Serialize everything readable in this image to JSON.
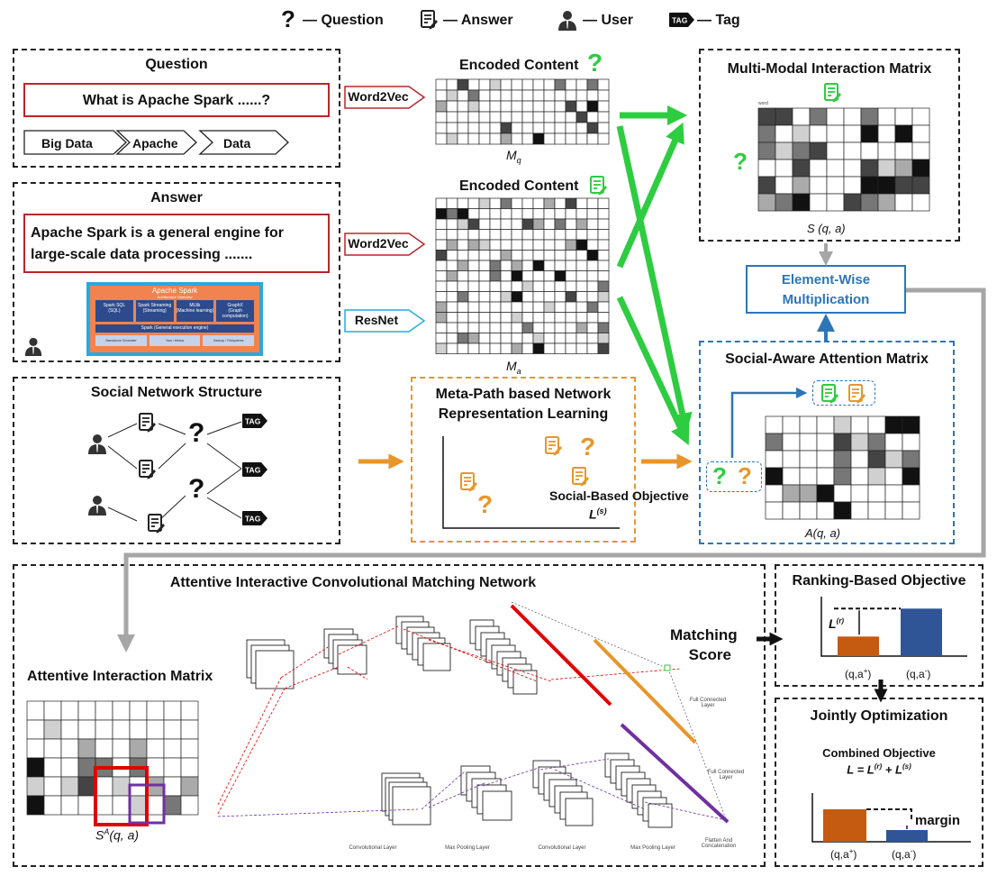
{
  "legend": [
    {
      "icon": "question-icon",
      "label": "— Question"
    },
    {
      "icon": "answer-icon",
      "label": "— Answer"
    },
    {
      "icon": "user-icon",
      "label": "— User"
    },
    {
      "icon": "tag-icon",
      "label": "— Tag"
    }
  ],
  "question_panel": {
    "title": "Question",
    "text": "What is Apache Spark ......?",
    "tags": [
      "Big Data",
      "Apache",
      "Data"
    ]
  },
  "answer_panel": {
    "title": "Answer",
    "text_line1": "Apache Spark is a general engine for",
    "text_line2": "large-scale data processing .......",
    "spark_title": "Apache Spark",
    "spark_subtitle": "Architecture Overview",
    "spark_modules": [
      {
        "name": "Spark SQL",
        "sub": "(SQL)"
      },
      {
        "name": "Spark Streaming",
        "sub": "(Streaming)"
      },
      {
        "name": "MLlib",
        "sub": "(Machine learning)"
      },
      {
        "name": "GraphX",
        "sub": "(Graph computation)"
      }
    ],
    "spark_core": "Spark (General execution engine)",
    "spark_bottom": [
      "Standalone Scheduler",
      "Yarn / Mesos",
      "Hadoop / Filesystems"
    ]
  },
  "social_panel": {
    "title": "Social Network Structure",
    "tag_text": "TAG"
  },
  "encoders": {
    "word2vec_1": "Word2Vec",
    "word2vec_2": "Word2Vec",
    "resnet": "ResNet"
  },
  "encoded": {
    "title1": "Encoded Content",
    "title2": "Encoded Content",
    "mq_label": "M",
    "mq_sub": "q",
    "ma_label": "M",
    "ma_sub": "a"
  },
  "mmim": {
    "title": "Multi-Modal Interaction Matrix",
    "caption": "S (q, a)"
  },
  "ewm": {
    "line1": "Element-Wise",
    "line2": "Multiplication"
  },
  "sam": {
    "title": "Social-Aware Attention Matrix",
    "caption": "A(q, a)"
  },
  "metapath": {
    "line1": "Meta-Path based Network",
    "line2": "Representation Learning",
    "objective": "Social-Based Objective",
    "loss": "L",
    "loss_sup": "(s)"
  },
  "aicmn": {
    "title": "Attentive Interactive Convolutional Matching Network",
    "aim_title": "Attentive Interaction Matrix",
    "aim_caption_pre": "S",
    "aim_caption_sup": "A",
    "aim_caption_post": "(q, a)",
    "fc1": "Full Connected Layer",
    "fc2": "Full Connected Layer",
    "layers": [
      "Convolutional Layer",
      "Max Pooling Layer",
      "Convolutional Layer",
      "Max Pooling Layer",
      "Flatten And Concatenation"
    ],
    "matching_line1": "Matching",
    "matching_line2": "Score"
  },
  "ranking": {
    "title": "Ranking-Based Objective",
    "loss": "L",
    "loss_sup": "(r)",
    "x1": "(q,a",
    "x1_sup": "+",
    "x1_end": ")",
    "x2": "(q,a",
    "x2_sup": "-",
    "x2_end": ")",
    "bar_high": 0.85,
    "bar_low": 0.35
  },
  "joint": {
    "title": "Jointly Optimization",
    "combined": "Combined Objective",
    "formula_l": "L = L",
    "formula_r_sup": "(r)",
    "formula_plus": " + L",
    "formula_s_sup": "(s)",
    "margin": "margin",
    "x1": "(q,a",
    "x1_sup": "+",
    "x1_end": ")",
    "x2": "(q,a",
    "x2_sup": "-",
    "x2_end": ")"
  },
  "colors": {
    "green": "#2ecc40",
    "orange": "#e8962a",
    "blue": "#2e75b6",
    "red": "#b9262b",
    "bar_orange": "#c55a11",
    "bar_blue": "#2f5597",
    "gray_arrow": "#a6a6a6",
    "purple": "#7030a0"
  }
}
